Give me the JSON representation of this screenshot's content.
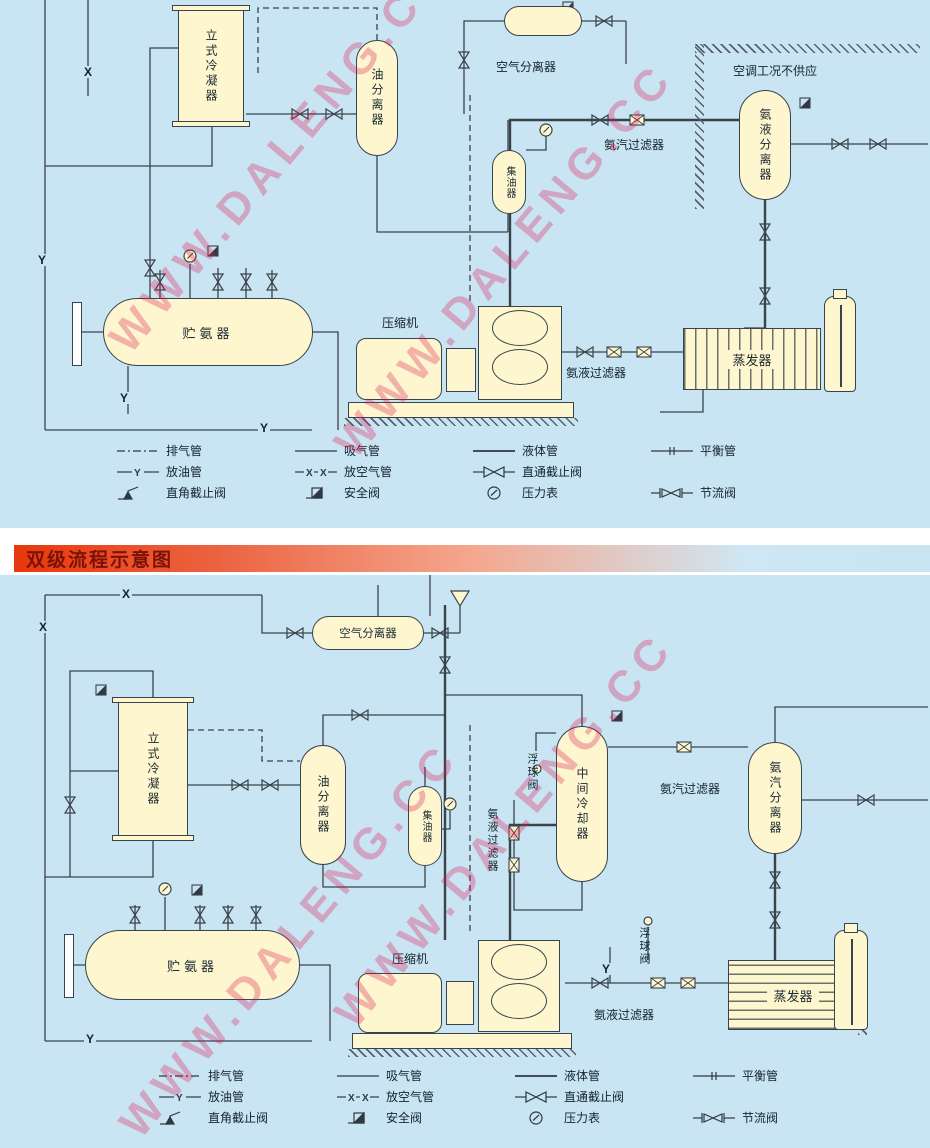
{
  "watermark": "WWW.DALENG.CC",
  "two_stage_title": "双级流程示意图",
  "markers": {
    "x": "X",
    "y": "Y"
  },
  "colors": {
    "background": "#c9e4f2",
    "equipment_fill": "#fdf6cf",
    "line": "#39434b",
    "title_red": "#e8380d",
    "watermark_red": "#de1450"
  },
  "legend": {
    "exhaust_pipe": "排气管",
    "suction_pipe": "吸气管",
    "liquid_pipe": "液体管",
    "balance_pipe": "平衡管",
    "oil_drain_pipe": "放油管",
    "air_release_pipe": "放空气管",
    "straight_stop_valve": "直通截止阀",
    "angle_stop_valve": "直角截止阀",
    "safety_valve": "安全阀",
    "pressure_gauge": "压力表",
    "throttle_valve": "节流阀"
  },
  "single_stage": {
    "vertical_condenser": "立式冷凝器",
    "oil_separator": "油分离器",
    "air_separator": "空气分离器",
    "ac_note": "空调工况不供应",
    "ammonia_vapor_filter": "氨汽过滤器",
    "ammonia_liquid_separator": "氨液分离器",
    "oil_collector": "集油器",
    "ammonia_receiver": "贮氨器",
    "compressor": "压缩机",
    "ammonia_liquid_filter": "氨液过滤器",
    "evaporator": "蒸发器"
  },
  "two_stage": {
    "air_separator": "空气分离器",
    "vertical_condenser": "立式冷凝器",
    "oil_separator": "油分离器",
    "oil_collector": "集油器",
    "ammonia_liquid_filter_mid": "氨液过滤器",
    "float_valve_top": "浮球阀",
    "intermediate_cooler": "中间冷却器",
    "ammonia_vapor_filter": "氨汽过滤器",
    "ammonia_vapor_separator": "氨汽分离器",
    "ammonia_receiver": "贮氨器",
    "compressor": "压缩机",
    "float_valve_bottom": "浮球阀",
    "evaporator": "蒸发器",
    "ammonia_liquid_filter": "氨液过滤器"
  }
}
